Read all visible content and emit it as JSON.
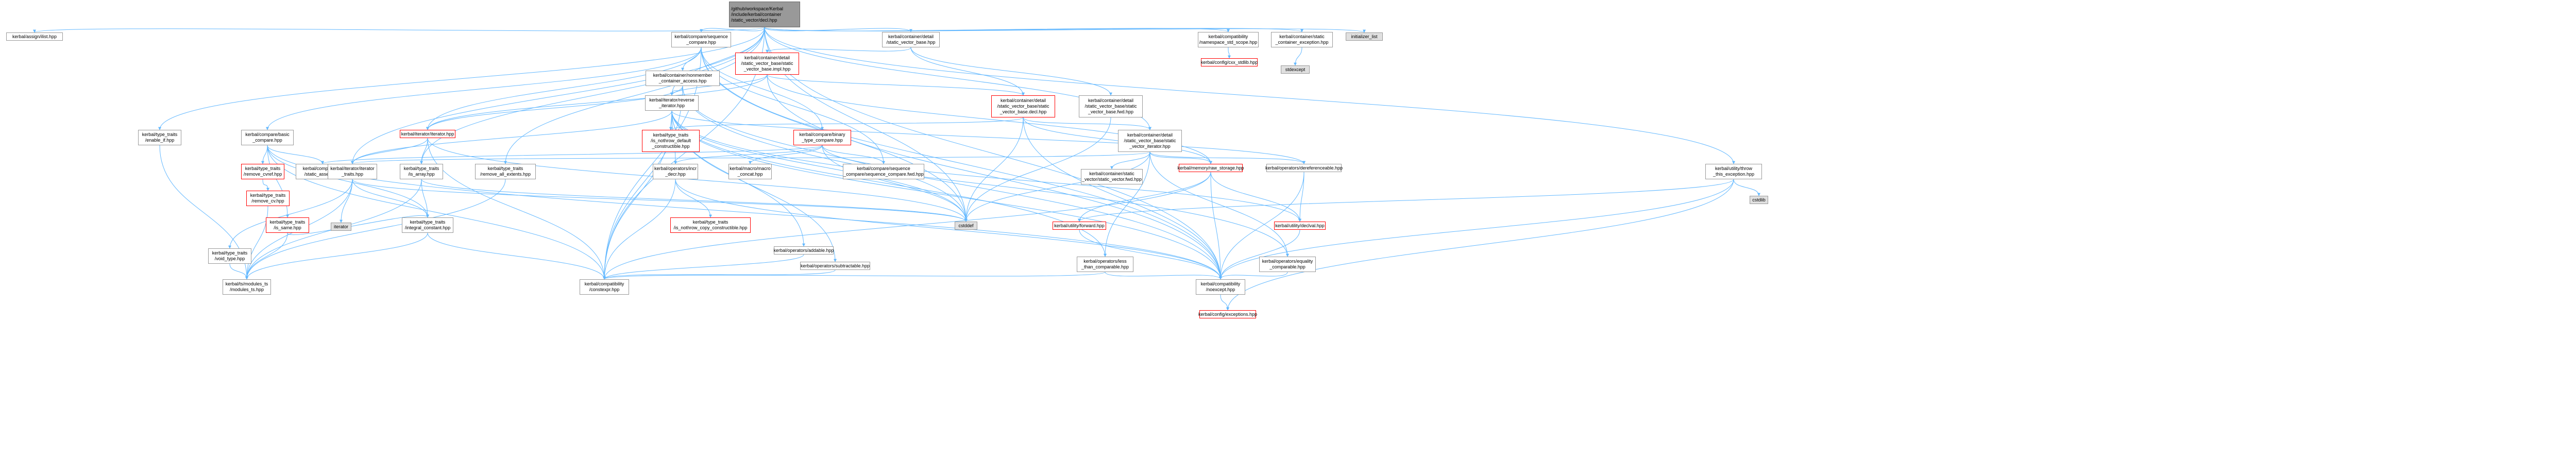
{
  "colors": {
    "edge": "#63b8ff",
    "root_fill": "#999999",
    "node_border": "#999999",
    "truncated_border": "#ff0000",
    "external_fill": "#e0e0e0"
  },
  "nodes": [
    {
      "id": "root",
      "label": "/github/workspace/Kerbal\n/include/kerbal/container\n/static_vector/decl.hpp",
      "style": "root"
    },
    {
      "id": "assign_list",
      "label": "kerbal/assign/ilist.hpp",
      "style": "normal"
    },
    {
      "id": "cmp_seq",
      "label": "kerbal/compare/sequence\n_compare.hpp",
      "style": "normal"
    },
    {
      "id": "svb",
      "label": "kerbal/container/detail\n/static_vector_base.hpp",
      "style": "normal"
    },
    {
      "id": "compat_ns",
      "label": "kerbal/compatibility\n/namespace_std_scope.hpp",
      "style": "normal"
    },
    {
      "id": "static_exc",
      "label": "kerbal/container/static\n_container_exception.hpp",
      "style": "normal"
    },
    {
      "id": "init_list",
      "label": "initializer_list",
      "style": "grey"
    },
    {
      "id": "throw_exc",
      "label": "kerbal/utility/throw\n_this_exception.hpp",
      "style": "normal"
    },
    {
      "id": "svb_impl",
      "label": "kerbal/container/detail\n/static_vector_base/static\n_vector_base.impl.hpp",
      "style": "red"
    },
    {
      "id": "nonmember",
      "label": "kerbal/container/nonmember\n_container_access.hpp",
      "style": "normal"
    },
    {
      "id": "svb_decl",
      "label": "kerbal/container/detail\n/static_vector_base/static\n_vector_base.decl.hpp",
      "style": "red"
    },
    {
      "id": "svb_fwd",
      "label": "kerbal/container/detail\n/static_vector_base/static\n_vector_base.fwd.hpp",
      "style": "normal"
    },
    {
      "id": "config_cxx",
      "label": "kerbal/config/cxx_stdlib.hpp",
      "style": "red"
    },
    {
      "id": "stdexcept",
      "label": "stdexcept",
      "style": "grey"
    },
    {
      "id": "rev_iter",
      "label": "kerbal/iterator/reverse\n_iterator.hpp",
      "style": "normal"
    },
    {
      "id": "cmp_basic",
      "label": "kerbal/compare/basic\n_compare.hpp",
      "style": "normal"
    },
    {
      "id": "tt_enable_if",
      "label": "kerbal/type_traits\n/enable_if.hpp",
      "style": "normal"
    },
    {
      "id": "iterator_hpp",
      "label": "kerbal/iterator/iterator.hpp",
      "style": "red"
    },
    {
      "id": "tt_nothrow_def",
      "label": "kerbal/type_traits\n/is_nothrow_default\n_constructible.hpp",
      "style": "red"
    },
    {
      "id": "cmp_binary",
      "label": "kerbal/compare/binary\n_type_compare.hpp",
      "style": "red"
    },
    {
      "id": "svb_iter",
      "label": "kerbal/container/detail\n/static_vector_base/static\n_vector_iterator.hpp",
      "style": "normal"
    },
    {
      "id": "tt_remove_cvref",
      "label": "kerbal/type_traits\n/remove_cvref.hpp",
      "style": "red"
    },
    {
      "id": "compat_static_assert",
      "label": "kerbal/compatibility\n/static_assert.hpp",
      "style": "normal"
    },
    {
      "id": "iter_traits",
      "label": "kerbal/iterator/iterator\n_traits.hpp",
      "style": "normal"
    },
    {
      "id": "tt_is_array",
      "label": "kerbal/type_traits\n/is_array.hpp",
      "style": "normal"
    },
    {
      "id": "tt_remove_extents",
      "label": "kerbal/type_traits\n/remove_all_extents.hpp",
      "style": "normal"
    },
    {
      "id": "op_incr",
      "label": "kerbal/operators/incr\n_decr.hpp",
      "style": "normal"
    },
    {
      "id": "macro_concat",
      "label": "kerbal/macro/macro\n_concat.hpp",
      "style": "normal"
    },
    {
      "id": "cmp_seq_fwd",
      "label": "kerbal/compare/sequence\n_compare/sequence_compare.fwd.hpp",
      "style": "normal"
    },
    {
      "id": "sv_fwd",
      "label": "kerbal/container/static\n_vector/static_vector.fwd.hpp",
      "style": "normal"
    },
    {
      "id": "raw_storage",
      "label": "kerbal/memory/raw_storage.hpp",
      "style": "red"
    },
    {
      "id": "op_deref",
      "label": "kerbal/operators/dereferenceable.hpp",
      "style": "normal"
    },
    {
      "id": "tt_remove_cv",
      "label": "kerbal/type_traits\n/remove_cv.hpp",
      "style": "red"
    },
    {
      "id": "tt_is_same",
      "label": "kerbal/type_traits\n/is_same.hpp",
      "style": "red"
    },
    {
      "id": "iterator_std",
      "label": "iterator",
      "style": "grey"
    },
    {
      "id": "tt_integral",
      "label": "kerbal/type_traits\n/integral_constant.hpp",
      "style": "normal"
    },
    {
      "id": "cstddef",
      "label": "cstddef",
      "style": "grey"
    },
    {
      "id": "tt_nothrow_copy",
      "label": "kerbal/type_traits\n/is_nothrow_copy_constructible.hpp",
      "style": "red"
    },
    {
      "id": "util_forward",
      "label": "kerbal/utility/forward.hpp",
      "style": "red"
    },
    {
      "id": "util_declval",
      "label": "kerbal/utility/declval.hpp",
      "style": "red"
    },
    {
      "id": "tt_void_type",
      "label": "kerbal/type_traits\n/void_type.hpp",
      "style": "normal"
    },
    {
      "id": "op_addable",
      "label": "kerbal/operators/addable.hpp",
      "style": "normal"
    },
    {
      "id": "op_subtract",
      "label": "kerbal/operators/subtractable.hpp",
      "style": "normal"
    },
    {
      "id": "op_less",
      "label": "kerbal/operators/less\n_than_comparable.hpp",
      "style": "normal"
    },
    {
      "id": "op_equal",
      "label": "kerbal/operators/equality\n_comparable.hpp",
      "style": "normal"
    },
    {
      "id": "cstdlib",
      "label": "cstdlib",
      "style": "grey"
    },
    {
      "id": "ts_modules",
      "label": "kerbal/ts/modules_ts\n/modules_ts.hpp",
      "style": "normal"
    },
    {
      "id": "compat_constexpr",
      "label": "kerbal/compatibility\n/constexpr.hpp",
      "style": "normal"
    },
    {
      "id": "compat_noexcept",
      "label": "kerbal/compatibility\n/noexcept.hpp",
      "style": "normal"
    },
    {
      "id": "config_exc",
      "label": "kerbal/config/exceptions.hpp",
      "style": "red"
    }
  ],
  "edges": [
    [
      "root",
      "assign_list"
    ],
    [
      "root",
      "cmp_seq"
    ],
    [
      "root",
      "svb"
    ],
    [
      "root",
      "compat_ns"
    ],
    [
      "root",
      "static_exc"
    ],
    [
      "root",
      "init_list"
    ],
    [
      "root",
      "throw_exc"
    ],
    [
      "root",
      "tt_enable_if"
    ],
    [
      "root",
      "iter_traits"
    ],
    [
      "root",
      "rev_iter"
    ],
    [
      "root",
      "tt_is_array"
    ],
    [
      "root",
      "tt_remove_extents"
    ],
    [
      "root",
      "svb_iter"
    ],
    [
      "root",
      "compat_constexpr"
    ],
    [
      "root",
      "compat_noexcept"
    ],
    [
      "root",
      "cstddef"
    ],
    [
      "cmp_seq",
      "cmp_basic"
    ],
    [
      "cmp_seq",
      "nonmember"
    ],
    [
      "cmp_seq",
      "cmp_binary"
    ],
    [
      "cmp_seq",
      "cmp_seq_fwd"
    ],
    [
      "cmp_seq",
      "iterator_hpp"
    ],
    [
      "cmp_seq",
      "compat_constexpr"
    ],
    [
      "cmp_seq",
      "compat_noexcept"
    ],
    [
      "cmp_seq",
      "cstddef"
    ],
    [
      "svb",
      "svb_impl"
    ],
    [
      "svb",
      "svb_decl"
    ],
    [
      "svb",
      "svb_fwd"
    ],
    [
      "compat_ns",
      "config_cxx"
    ],
    [
      "static_exc",
      "stdexcept"
    ],
    [
      "throw_exc",
      "config_exc"
    ],
    [
      "throw_exc",
      "cstdlib"
    ],
    [
      "throw_exc",
      "util_forward"
    ],
    [
      "throw_exc",
      "compat_noexcept"
    ],
    [
      "svb_impl",
      "svb_decl"
    ],
    [
      "svb_impl",
      "rev_iter"
    ],
    [
      "svb_impl",
      "iterator_hpp"
    ],
    [
      "svb_impl",
      "raw_storage"
    ],
    [
      "svb_impl",
      "compat_noexcept"
    ],
    [
      "nonmember",
      "rev_iter"
    ],
    [
      "nonmember",
      "iterator_hpp"
    ],
    [
      "nonmember",
      "compat_constexpr"
    ],
    [
      "nonmember",
      "compat_noexcept"
    ],
    [
      "nonmember",
      "cstddef"
    ],
    [
      "svb_decl",
      "svb_iter"
    ],
    [
      "svb_decl",
      "raw_storage"
    ],
    [
      "svb_decl",
      "tt_nothrow_def"
    ],
    [
      "svb_decl",
      "cstddef"
    ],
    [
      "svb_decl",
      "compat_noexcept"
    ],
    [
      "svb_fwd",
      "cstddef"
    ],
    [
      "rev_iter",
      "iter_traits"
    ],
    [
      "rev_iter",
      "op_incr"
    ],
    [
      "rev_iter",
      "op_addable"
    ],
    [
      "rev_iter",
      "op_subtract"
    ],
    [
      "rev_iter",
      "op_deref"
    ],
    [
      "rev_iter",
      "op_less"
    ],
    [
      "rev_iter",
      "op_equal"
    ],
    [
      "rev_iter",
      "compat_constexpr"
    ],
    [
      "rev_iter",
      "compat_noexcept"
    ],
    [
      "rev_iter",
      "tt_nothrow_def"
    ],
    [
      "rev_iter",
      "cstddef"
    ],
    [
      "cmp_basic",
      "compat_static_assert"
    ],
    [
      "cmp_basic",
      "tt_remove_cvref"
    ],
    [
      "cmp_basic",
      "tt_is_same"
    ],
    [
      "cmp_basic",
      "tt_integral"
    ],
    [
      "cmp_basic",
      "compat_constexpr"
    ],
    [
      "cmp_basic",
      "compat_noexcept"
    ],
    [
      "tt_enable_if",
      "ts_modules"
    ],
    [
      "iterator_hpp",
      "iter_traits"
    ],
    [
      "iterator_hpp",
      "compat_constexpr"
    ],
    [
      "iterator_hpp",
      "tt_is_array"
    ],
    [
      "iterator_hpp",
      "cstddef"
    ],
    [
      "cmp_binary",
      "compat_static_assert"
    ],
    [
      "cmp_binary",
      "macro_concat"
    ],
    [
      "cmp_binary",
      "op_incr"
    ],
    [
      "cmp_binary",
      "cmp_seq_fwd"
    ],
    [
      "cmp_binary",
      "util_declval"
    ],
    [
      "cmp_binary",
      "cstddef"
    ],
    [
      "svb_iter",
      "sv_fwd"
    ],
    [
      "svb_iter",
      "raw_storage"
    ],
    [
      "svb_iter",
      "op_deref"
    ],
    [
      "svb_iter",
      "iter_traits"
    ],
    [
      "svb_iter",
      "op_less"
    ],
    [
      "svb_iter",
      "op_equal"
    ],
    [
      "svb_iter",
      "cstddef"
    ],
    [
      "tt_remove_cvref",
      "tt_remove_cv"
    ],
    [
      "iter_traits",
      "iterator_std"
    ],
    [
      "iter_traits",
      "tt_integral"
    ],
    [
      "iter_traits",
      "tt_void_type"
    ],
    [
      "iter_traits",
      "ts_modules"
    ],
    [
      "iter_traits",
      "cstddef"
    ],
    [
      "tt_is_array",
      "tt_integral"
    ],
    [
      "tt_is_array",
      "cstddef"
    ],
    [
      "tt_is_array",
      "ts_modules"
    ],
    [
      "tt_remove_extents",
      "ts_modules"
    ],
    [
      "op_incr",
      "tt_nothrow_copy"
    ],
    [
      "op_incr",
      "compat_constexpr"
    ],
    [
      "op_incr",
      "compat_noexcept"
    ],
    [
      "raw_storage",
      "util_forward"
    ],
    [
      "raw_storage",
      "util_declval"
    ],
    [
      "raw_storage",
      "compat_noexcept"
    ],
    [
      "raw_storage",
      "compat_constexpr"
    ],
    [
      "op_deref",
      "util_declval"
    ],
    [
      "op_deref",
      "compat_noexcept"
    ],
    [
      "tt_remove_cv",
      "ts_modules"
    ],
    [
      "tt_is_same",
      "tt_integral"
    ],
    [
      "tt_is_same",
      "ts_modules"
    ],
    [
      "tt_integral",
      "compat_constexpr"
    ],
    [
      "tt_integral",
      "ts_modules"
    ],
    [
      "tt_void_type",
      "ts_modules"
    ],
    [
      "op_addable",
      "compat_constexpr"
    ],
    [
      "op_subtract",
      "compat_constexpr"
    ],
    [
      "op_less",
      "compat_noexcept"
    ],
    [
      "op_equal",
      "compat_noexcept"
    ],
    [
      "op_less",
      "compat_constexpr"
    ],
    [
      "compat_noexcept",
      "config_exc"
    ],
    [
      "util_declval",
      "compat_noexcept"
    ],
    [
      "util_forward",
      "compat_noexcept"
    ]
  ]
}
